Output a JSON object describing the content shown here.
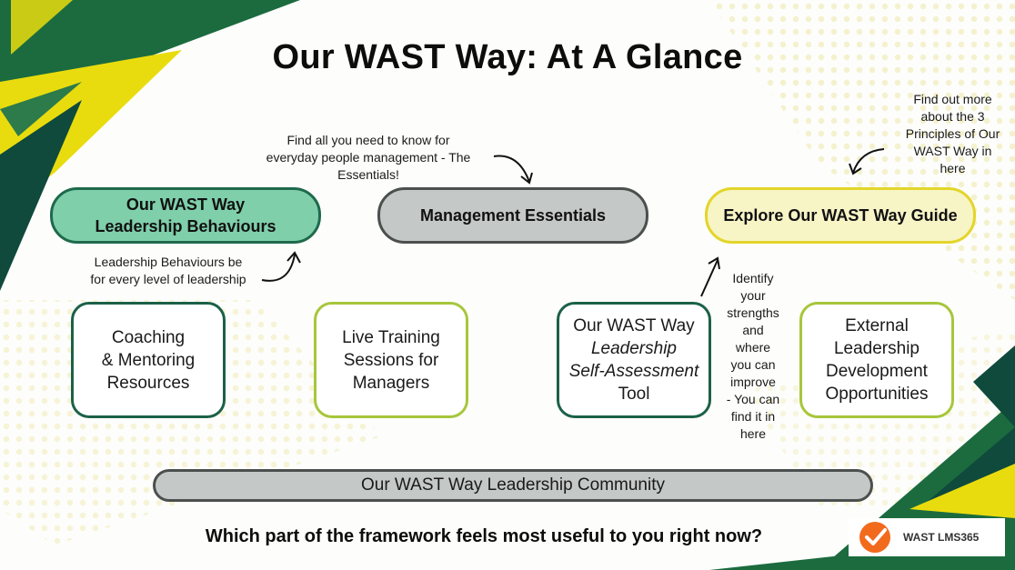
{
  "title": "Our WAST Way: At A Glance",
  "notes": {
    "essentials_line1": "Find all you need to know for",
    "essentials_line2": "everyday people management - The",
    "essentials_line3": "Essentials!",
    "guide_lines": [
      "Find out more",
      "about the 3",
      "Principles of Our",
      "WAST Way in",
      "here"
    ],
    "behaviours_line1": "Leadership Behaviours be",
    "behaviours_line2": "for every level of leadership",
    "assessment_lines": [
      "Identify",
      "your",
      "strengths",
      "and",
      "where",
      "you can",
      "improve",
      "- You can",
      "find it in",
      "here"
    ]
  },
  "pills": {
    "behaviours_line1": "Our WAST Way",
    "behaviours_line2": "Leadership Behaviours",
    "essentials": "Management Essentials",
    "guide": "Explore Our WAST Way Guide"
  },
  "cards": {
    "coaching": [
      "Coaching",
      "& Mentoring",
      "Resources"
    ],
    "training": [
      "Live Training",
      "Sessions for",
      "Managers"
    ],
    "assessment": [
      "Our WAST Way",
      "Leadership",
      "Self-Assessment",
      "Tool"
    ],
    "external": [
      "External",
      "Leadership",
      "Development",
      "Opportunities"
    ]
  },
  "community": "Our WAST Way Leadership Community",
  "question": "Which part of the framework feels most useful to you right now?",
  "logo": {
    "text": "WAST LMS365",
    "icon": "checkmark-logo-icon"
  },
  "colors": {
    "dark_green": "#0f4a3c",
    "brand_green": "#1b6b3f",
    "brand_yellow": "#e9dc0e",
    "pill_green": "#7fcfaa",
    "pill_grey": "#c4c8c6",
    "pill_yellow": "#f7f4c6",
    "orange": "#f26b1d"
  }
}
